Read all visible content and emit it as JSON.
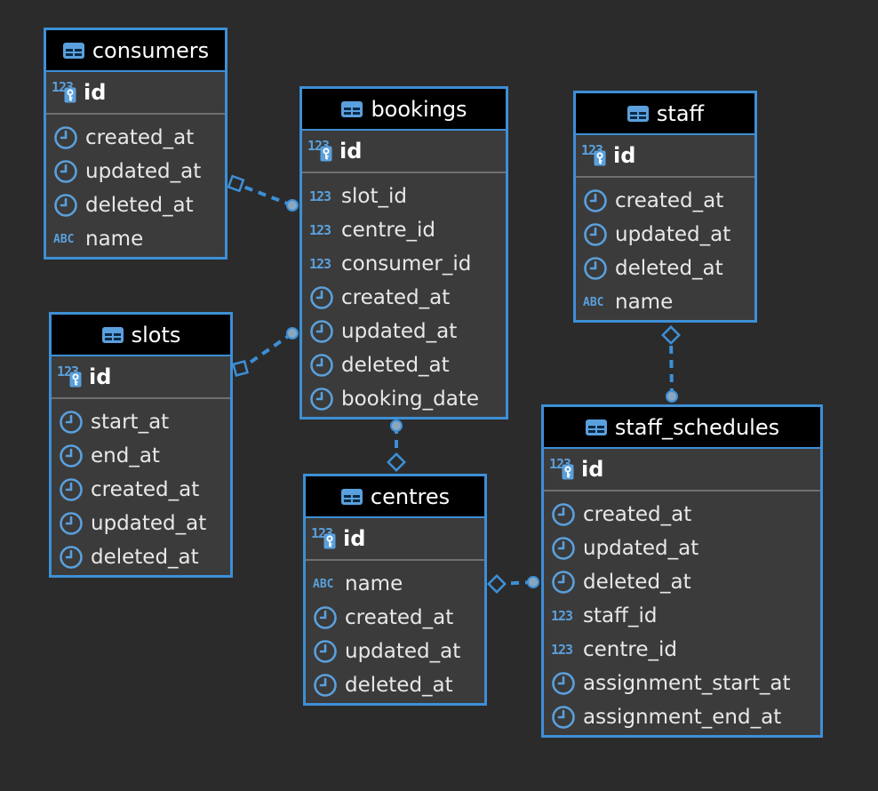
{
  "colors": {
    "background": "#2b2b2b",
    "border": "#3d8fd6",
    "header": "#000000",
    "body": "#3b3b3b",
    "icon": "#5aa0dd"
  },
  "tables": {
    "consumers": {
      "name": "consumers",
      "pk": "id",
      "columns": [
        {
          "name": "created_at",
          "type": "timestamp"
        },
        {
          "name": "updated_at",
          "type": "timestamp"
        },
        {
          "name": "deleted_at",
          "type": "timestamp"
        },
        {
          "name": "name",
          "type": "text"
        }
      ]
    },
    "bookings": {
      "name": "bookings",
      "pk": "id",
      "columns": [
        {
          "name": "slot_id",
          "type": "number"
        },
        {
          "name": "centre_id",
          "type": "number"
        },
        {
          "name": "consumer_id",
          "type": "number"
        },
        {
          "name": "created_at",
          "type": "timestamp"
        },
        {
          "name": "updated_at",
          "type": "timestamp"
        },
        {
          "name": "deleted_at",
          "type": "timestamp"
        },
        {
          "name": "booking_date",
          "type": "timestamp"
        }
      ]
    },
    "staff": {
      "name": "staff",
      "pk": "id",
      "columns": [
        {
          "name": "created_at",
          "type": "timestamp"
        },
        {
          "name": "updated_at",
          "type": "timestamp"
        },
        {
          "name": "deleted_at",
          "type": "timestamp"
        },
        {
          "name": "name",
          "type": "text"
        }
      ]
    },
    "slots": {
      "name": "slots",
      "pk": "id",
      "columns": [
        {
          "name": "start_at",
          "type": "timestamp"
        },
        {
          "name": "end_at",
          "type": "timestamp"
        },
        {
          "name": "created_at",
          "type": "timestamp"
        },
        {
          "name": "updated_at",
          "type": "timestamp"
        },
        {
          "name": "deleted_at",
          "type": "timestamp"
        }
      ]
    },
    "centres": {
      "name": "centres",
      "pk": "id",
      "columns": [
        {
          "name": "name",
          "type": "text"
        },
        {
          "name": "created_at",
          "type": "timestamp"
        },
        {
          "name": "updated_at",
          "type": "timestamp"
        },
        {
          "name": "deleted_at",
          "type": "timestamp"
        }
      ]
    },
    "staff_schedules": {
      "name": "staff_schedules",
      "pk": "id",
      "columns": [
        {
          "name": "created_at",
          "type": "timestamp"
        },
        {
          "name": "updated_at",
          "type": "timestamp"
        },
        {
          "name": "deleted_at",
          "type": "timestamp"
        },
        {
          "name": "staff_id",
          "type": "number"
        },
        {
          "name": "centre_id",
          "type": "number"
        },
        {
          "name": "assignment_start_at",
          "type": "timestamp"
        },
        {
          "name": "assignment_end_at",
          "type": "timestamp"
        }
      ]
    }
  },
  "icons": {
    "table": "table-icon",
    "pk": "primary-key-icon",
    "number": "number-type-icon",
    "timestamp": "clock-icon",
    "text": "text-type-icon"
  },
  "type_labels": {
    "number": "123",
    "text": "ABC"
  },
  "relationships": [
    {
      "from": "bookings",
      "to": "consumers"
    },
    {
      "from": "bookings",
      "to": "slots"
    },
    {
      "from": "bookings",
      "to": "centres"
    },
    {
      "from": "staff_schedules",
      "to": "centres"
    },
    {
      "from": "staff_schedules",
      "to": "staff"
    }
  ]
}
